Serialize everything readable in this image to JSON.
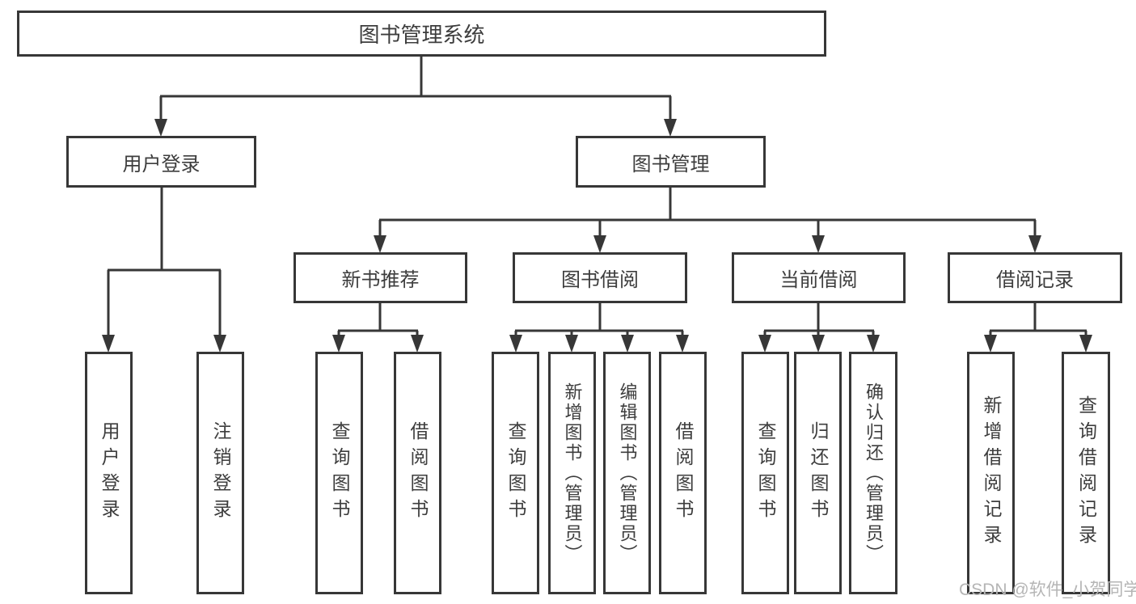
{
  "chart": {
    "root": "图书管理系统",
    "user_login": {
      "label": "用户登录",
      "children": [
        "用户登录",
        "注销登录"
      ]
    },
    "book_management": {
      "label": "图书管理",
      "sections": [
        {
          "label": "新书推荐",
          "children": [
            "查询图书",
            "借阅图书"
          ]
        },
        {
          "label": "图书借阅",
          "children": [
            "查询图书",
            "新增图书（管理员）",
            "编辑图书（管理员）",
            "借阅图书"
          ]
        },
        {
          "label": "当前借阅",
          "children": [
            "查询图书",
            "归还图书",
            "确认归还（管理员）"
          ]
        },
        {
          "label": "借阅记录",
          "children": [
            "新增借阅记录",
            "查询借阅记录"
          ]
        }
      ]
    }
  },
  "watermark": "CSDN @软件_小贺同学",
  "colors": {
    "line": "#373737",
    "text": "#3d3d3d",
    "watermark_text": "#b5b5b5",
    "background": "#ffffff"
  }
}
